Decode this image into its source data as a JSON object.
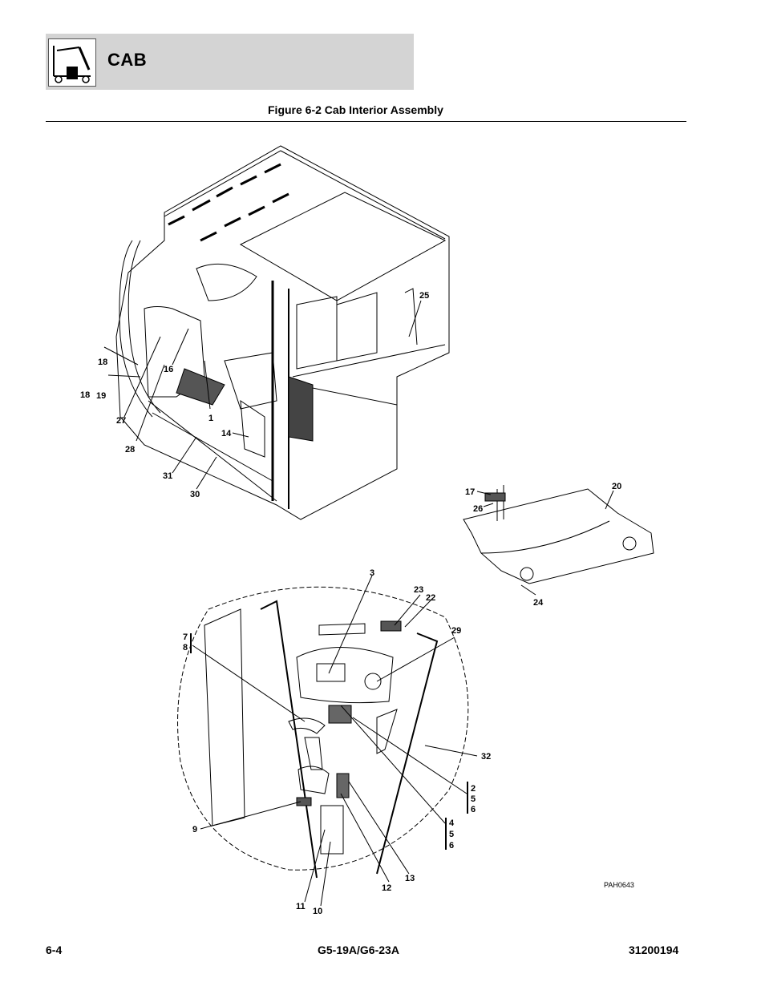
{
  "header": {
    "section": "CAB",
    "logo_icon": "telehandler-logo-icon"
  },
  "figure": {
    "title": "Figure 6-2 Cab Interior Assembly",
    "drawing_code": "PAH0643"
  },
  "callouts": {
    "c1": "1",
    "c2": "2",
    "c3": "3",
    "c4": "4",
    "c5": "5",
    "c6": "6",
    "c7": "7",
    "c8": "8",
    "c9": "9",
    "c10": "10",
    "c11": "11",
    "c12": "12",
    "c13": "13",
    "c14": "14",
    "c16": "16",
    "c17": "17",
    "c18": "18",
    "c19": "19",
    "c20": "20",
    "c22": "22",
    "c23": "23",
    "c24": "24",
    "c25": "25",
    "c26": "26",
    "c27": "27",
    "c28": "28",
    "c29": "29",
    "c30": "30",
    "c31": "31",
    "c32": "32"
  },
  "footer": {
    "page": "6-4",
    "model": "G5-19A/G6-23A",
    "doc_number": "31200194"
  }
}
